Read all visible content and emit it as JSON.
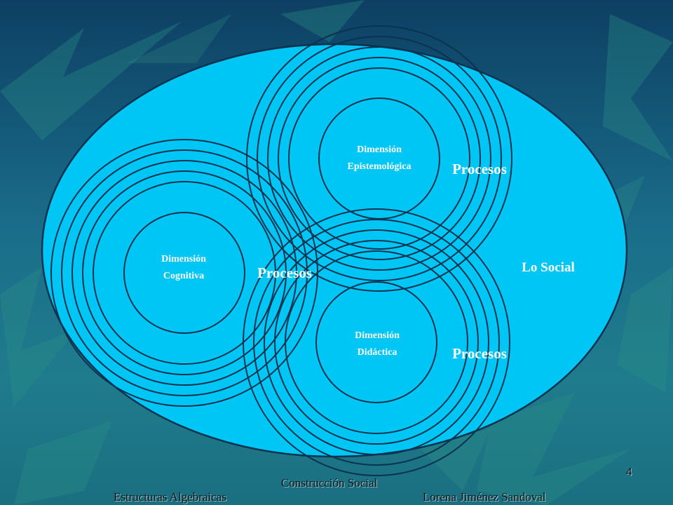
{
  "slide": {
    "page_number": "4",
    "colors": {
      "background_dark": "#0d3f63",
      "background_light": "#1f7c8c",
      "ellipse_fill": "#00c6f5",
      "ring_stroke": "#0b3350",
      "text": "#ffffff",
      "footer_text": "#111111"
    }
  },
  "diagram": {
    "outer_label": "Lo Social",
    "dimensions": {
      "epistemologica": {
        "line1": "Dimensión",
        "line2": "Epistemológica"
      },
      "cognitiva": {
        "line1": "Dimensión",
        "line2": "Cognitiva"
      },
      "didactica": {
        "line1": "Dimensión",
        "line2": "Didáctica"
      }
    },
    "process_labels": {
      "top": "Procesos",
      "middle": "Procesos",
      "bottom": "Procesos"
    }
  },
  "footer": {
    "center": "Construcción Social",
    "left": "Estructuras Algebraicas",
    "right": "Lorena Jiménez Sandoval"
  }
}
